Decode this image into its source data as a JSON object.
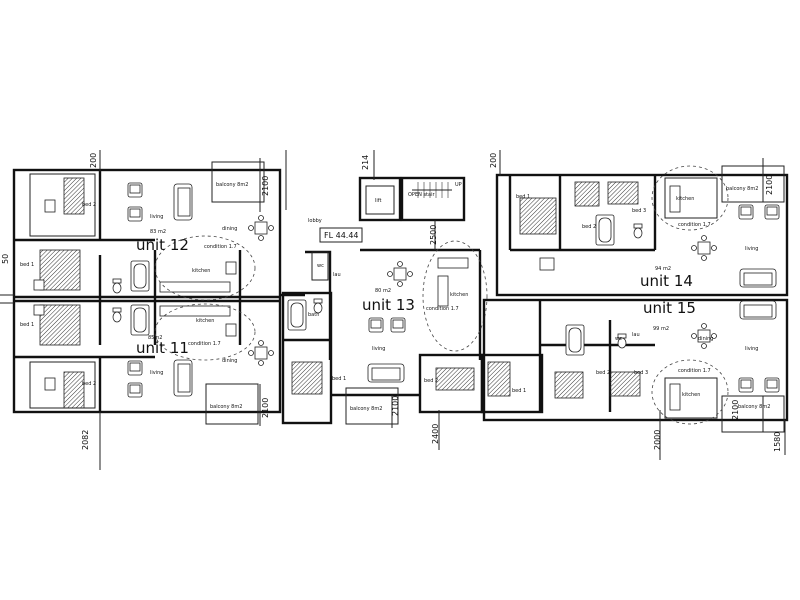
{
  "units": [
    {
      "label": "unit 12",
      "area": "83 m2",
      "condition": "condition 1.7"
    },
    {
      "label": "unit 11",
      "area": "85m2",
      "condition": "condition 1.7"
    },
    {
      "label": "unit 13",
      "area": "80 m2",
      "condition": "condition 1.7"
    },
    {
      "label": "unit 14",
      "area": "94 m2",
      "condition": "condition 1.7"
    },
    {
      "label": "unit 15",
      "area": "99 m2",
      "condition": "condition 1.7"
    }
  ],
  "floor_level": "FL 44.44",
  "rooms": {
    "bed1": "bed 1",
    "bed2": "bed 2",
    "bed3": "bed 3",
    "living": "living",
    "dining": "dining",
    "kitchen": "kitchen",
    "bath": "bath",
    "lau": "lau",
    "wc": "wc",
    "lobby": "lobby",
    "lift": "lift",
    "open_stair": "OPEN\nstair",
    "up": "UP",
    "balcony": "balcony 8m2"
  },
  "dimensions": {
    "d2100": "2100",
    "d2082": "2082",
    "d2000": "2000",
    "d2400": "2400",
    "d2500": "2500",
    "d214": "214",
    "d1580": "1580",
    "d50": "50",
    "d200": "200"
  }
}
